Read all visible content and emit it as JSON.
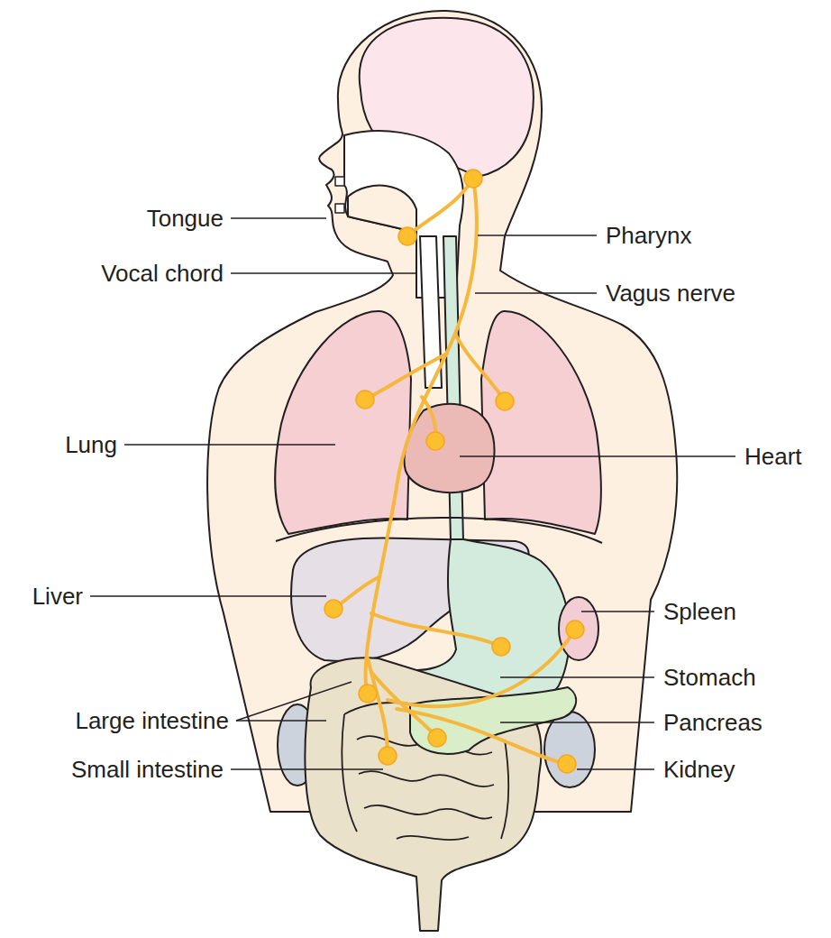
{
  "diagram": {
    "labels": [
      "Tongue",
      "Pharynx",
      "Vocal chord",
      "Vagus nerve",
      "Lung",
      "Heart",
      "Liver",
      "Spleen",
      "Large intestine",
      "Stomach",
      "Pancreas",
      "Small intestine",
      "Kidney"
    ]
  }
}
